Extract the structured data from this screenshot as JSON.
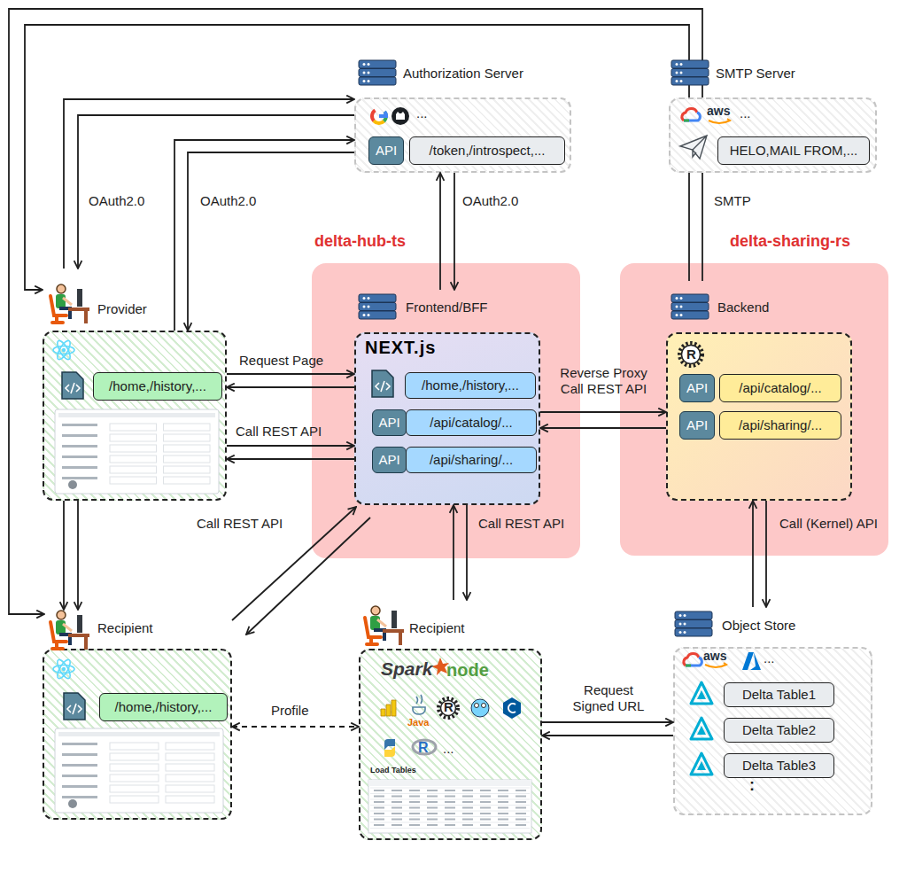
{
  "diagram": {
    "nodes": [
      {
        "text": [
          "Authorization Server",
          "..."
        ]
      },
      {
        "text": [
          "API"
        ],
        "in": 0
      },
      {
        "text": [
          "/token,/introspect,..."
        ],
        "in": 0
      },
      {
        "text": [
          "SMTP Server",
          "..."
        ]
      },
      {
        "text": [
          "HELO,MAIL FROM,..."
        ],
        "in": 3
      },
      {
        "text": [
          "Provider"
        ]
      },
      {
        "text": [
          "/home,/history,..."
        ],
        "in": 5
      },
      {
        "text": [
          "delta-hub-ts"
        ]
      },
      {
        "text": [
          "Frontend/BFF"
        ],
        "in": 7
      },
      {
        "text": [
          "/home,/history,..."
        ],
        "in": 8
      },
      {
        "text": [
          "API"
        ],
        "in": 8
      },
      {
        "text": [
          "/api/catalog/..."
        ],
        "in": 8
      },
      {
        "text": [
          "API"
        ],
        "in": 8
      },
      {
        "text": [
          "/api/sharing/..."
        ],
        "in": 8
      },
      {
        "text": [
          "delta-sharing-rs"
        ]
      },
      {
        "text": [
          "Backend"
        ],
        "in": 14
      },
      {
        "text": [
          "API"
        ],
        "in": 15
      },
      {
        "text": [
          "/api/catalog/..."
        ],
        "in": 15
      },
      {
        "text": [
          "API"
        ],
        "in": 15
      },
      {
        "text": [
          "/api/sharing/..."
        ],
        "in": 15
      },
      {
        "text": [
          "Recipient"
        ]
      },
      {
        "text": [
          "/home,/history,..."
        ],
        "in": 20
      },
      {
        "text": [
          "Recipient",
          "...",
          "Load Tables"
        ]
      },
      {
        "text": [
          "Object Store",
          "...",
          ":"
        ]
      },
      {
        "text": [
          "Delta Table1"
        ],
        "in": 23
      },
      {
        "text": [
          "Delta Table2"
        ],
        "in": 23
      },
      {
        "text": [
          "Delta Table3"
        ],
        "in": 23
      }
    ],
    "edges": [
      {
        "from": 5,
        "to": 8,
        "arrow": "to",
        "label": "Request Page"
      },
      {
        "from": 8,
        "to": 5,
        "arrow": "to"
      },
      {
        "from": 5,
        "to": 8,
        "arrow": "to",
        "label": "Call REST API"
      },
      {
        "from": 8,
        "to": 5,
        "arrow": "to"
      },
      {
        "from": 8,
        "to": 15,
        "arrow": "to",
        "label": "Reverse Proxy Call REST API"
      },
      {
        "from": 15,
        "to": 8,
        "arrow": "to"
      },
      {
        "from": 8,
        "to": 0,
        "arrow": "to",
        "label": "OAuth2.0"
      },
      {
        "from": 0,
        "to": 8,
        "arrow": "to"
      },
      {
        "from": 15,
        "to": 3,
        "arrow": "none",
        "label": "SMTP"
      },
      {
        "from": 15,
        "to": 3,
        "arrow": "none"
      },
      {
        "from": 3,
        "to": 5,
        "arrow": "to"
      },
      {
        "from": 3,
        "to": 20,
        "arrow": "to"
      },
      {
        "from": 5,
        "to": 0,
        "arrow": "to",
        "label": "OAuth2.0"
      },
      {
        "from": 0,
        "to": 5,
        "arrow": "to"
      },
      {
        "from": 5,
        "to": 0,
        "arrow": "to",
        "label": "OAuth2.0"
      },
      {
        "from": 0,
        "to": 5,
        "arrow": "to"
      },
      {
        "from": 5,
        "to": 20,
        "arrow": "to"
      },
      {
        "from": 5,
        "to": 20,
        "arrow": "to"
      },
      {
        "from": 20,
        "to": 8,
        "arrow": "to",
        "label": "Call REST API"
      },
      {
        "from": 8,
        "to": 20,
        "arrow": "to"
      },
      {
        "from": 22,
        "to": 8,
        "arrow": "to",
        "label": "Call REST API"
      },
      {
        "from": 8,
        "to": 22,
        "arrow": "to"
      },
      {
        "from": 23,
        "to": 15,
        "arrow": "to",
        "label": "Call (Kernel) API"
      },
      {
        "from": 15,
        "to": 23,
        "arrow": "to"
      },
      {
        "from": 22,
        "to": 23,
        "arrow": "to",
        "label": "Request Signed URL"
      },
      {
        "from": 23,
        "to": 22,
        "arrow": "to"
      },
      {
        "from": 20,
        "to": 22,
        "arrow": "both",
        "label": "Profile"
      }
    ],
    "labels": [
      "aws",
      "aws",
      "NEXT.js",
      "R",
      "Spark",
      "node",
      "Java",
      "R",
      "R"
    ]
  }
}
